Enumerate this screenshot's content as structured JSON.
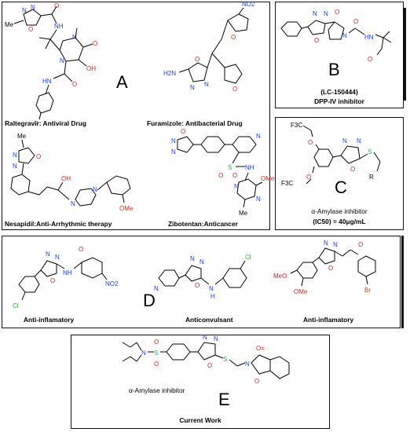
{
  "panels": {
    "A": {
      "letter": "A",
      "raltegravir": "Raltegravir: Antiviral Drug",
      "furamizole": "Furamizole: Antibacterial Drug",
      "nesapidil": "Nesapidil:Anti-Arrhythmic therapy",
      "zibotentan": "Zibotentan:Anticancer"
    },
    "B": {
      "letter": "B",
      "code": "(LC-150444)",
      "title": "DPP-IV inhibitor"
    },
    "C": {
      "letter": "C",
      "title": "α-Amylase inhibitor",
      "ic50": "(IC50) = 40μg/mL"
    },
    "D": {
      "letter": "D",
      "left": "Anti-inflamatory",
      "middle": "Anticonvulsant",
      "right": "Anti-inflamatory"
    },
    "E": {
      "letter": "E",
      "title": "α-Amylase inhibitor",
      "footer": "Current Work"
    }
  },
  "atom_labels": {
    "N": "N",
    "O": "O",
    "S": "S",
    "H": "H",
    "NH": "NH",
    "HN": "HN",
    "OH": "OH",
    "NO2": "NO2",
    "Cl": "Cl",
    "Br": "Br",
    "F": "F",
    "H2N": "H2N",
    "Me": "Me",
    "MeO": "MeO",
    "OMe": "OMe",
    "R": "R",
    "F3C": "F3C",
    "O_eq": "O="
  },
  "colors": {
    "nitrogen": "#1f3fd6",
    "oxygen": "#e0211b",
    "sulfur": "#2fb04a",
    "border": "#111111"
  }
}
